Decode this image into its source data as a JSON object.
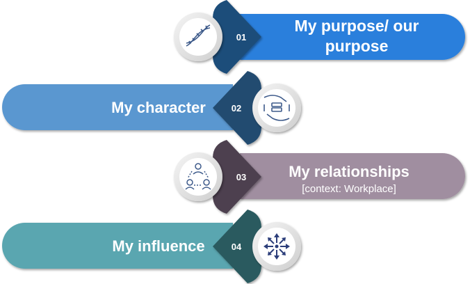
{
  "steps": [
    {
      "number": "01",
      "title_line1": "My purpose/ our",
      "title_line2": "purpose",
      "icon": "dna-icon",
      "color": "#2b7fdc",
      "arrow_color": "#1f4d7a"
    },
    {
      "number": "02",
      "title": "My character",
      "icon": "hands-icon",
      "color": "#5a97d0",
      "arrow_color": "#234b70"
    },
    {
      "number": "03",
      "title": "My relationships",
      "subtitle": "[context:  Workplace]",
      "icon": "people-network-icon",
      "color": "#a08ea0",
      "arrow_color": "#4e4150"
    },
    {
      "number": "04",
      "title": "My influence",
      "icon": "expand-arrows-icon",
      "color": "#5aa6b0",
      "arrow_color": "#2b5a5e"
    }
  ]
}
